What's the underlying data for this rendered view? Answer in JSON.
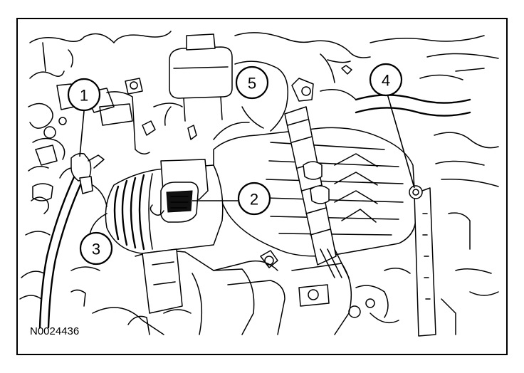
{
  "figure": {
    "id": "N0024436",
    "callouts": [
      {
        "label": "1"
      },
      {
        "label": "2"
      },
      {
        "label": "3"
      },
      {
        "label": "4"
      },
      {
        "label": "5"
      }
    ]
  }
}
